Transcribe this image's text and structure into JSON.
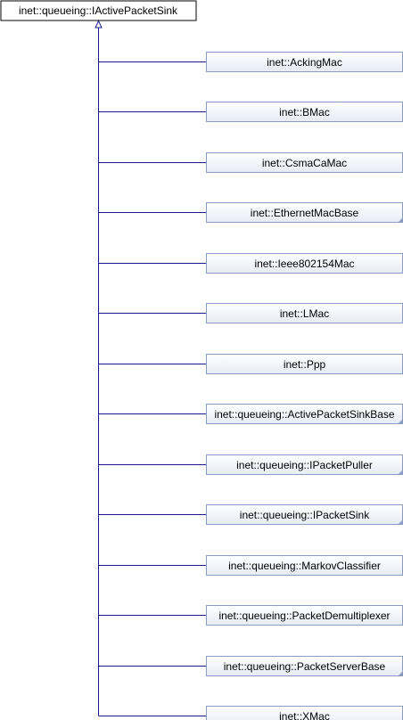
{
  "root": {
    "label": "inet::queueing::IActivePacketSink"
  },
  "children": [
    {
      "label": "inet::AckingMac",
      "has_more": false
    },
    {
      "label": "inet::BMac",
      "has_more": false
    },
    {
      "label": "inet::CsmaCaMac",
      "has_more": false
    },
    {
      "label": "inet::EthernetMacBase",
      "has_more": true
    },
    {
      "label": "inet::Ieee802154Mac",
      "has_more": false
    },
    {
      "label": "inet::LMac",
      "has_more": false
    },
    {
      "label": "inet::Ppp",
      "has_more": false
    },
    {
      "label": "inet::queueing::ActivePacketSinkBase",
      "has_more": true
    },
    {
      "label": "inet::queueing::IPacketPuller",
      "has_more": true
    },
    {
      "label": "inet::queueing::IPacketSink",
      "has_more": true
    },
    {
      "label": "inet::queueing::MarkovClassifier",
      "has_more": false
    },
    {
      "label": "inet::queueing::PacketDemultiplexer",
      "has_more": false
    },
    {
      "label": "inet::queueing::PacketServerBase",
      "has_more": true
    },
    {
      "label": "inet::XMac",
      "has_more": false
    }
  ],
  "colors": {
    "edge": "#1a1a8c",
    "root_fill": "#ffffff",
    "root_stroke": "#000000",
    "child_fill_top": "#ffffff",
    "child_fill_bottom": "#e6ebf5",
    "child_stroke": "#8a9bc4",
    "corner_marker": "#8a9bc4"
  }
}
